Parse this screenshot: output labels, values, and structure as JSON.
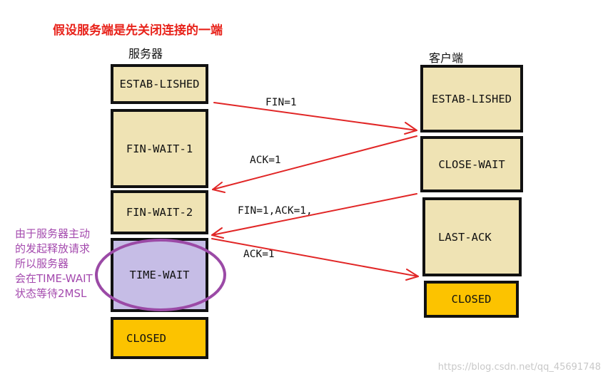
{
  "title": "假设服务端是先关闭连接的一端",
  "server": {
    "label": "服务器",
    "states": [
      "ESTAB-LISHED",
      "FIN-WAIT-1",
      "FIN-WAIT-2",
      "TIME-WAIT",
      "CLOSED"
    ]
  },
  "client": {
    "label": "客户端",
    "states": [
      "ESTAB-LISHED",
      "CLOSE-WAIT",
      "LAST-ACK",
      "CLOSED"
    ]
  },
  "messages": [
    "FIN=1",
    "ACK=1",
    "FIN=1,ACK=1,",
    "ACK=1"
  ],
  "note": [
    "由于服务器主动",
    "的发起释放请求",
    "所以服务器",
    "会在TIME-WAIT",
    "状态等待2MSL"
  ],
  "watermark": "https://blog.csdn.net/qq_45691748",
  "colors": {
    "title": "#e8231b",
    "state_box": "#efe3b4",
    "closed_box": "#fcc300",
    "time_wait_highlight": "#c6bde6",
    "arrow": "#e12626",
    "note": "#a44aae"
  }
}
